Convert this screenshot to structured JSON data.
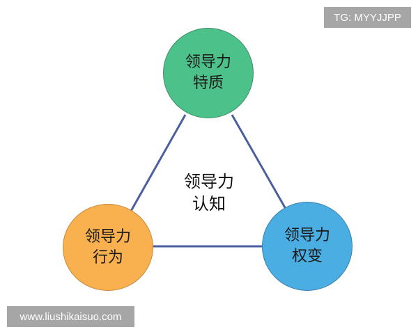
{
  "watermarks": {
    "top_right": "TG: MYYJJPP",
    "bottom_left": "www.liushikaisuo.com"
  },
  "diagram": {
    "center": {
      "line1": "领导力",
      "line2": "认知"
    },
    "nodes": [
      {
        "id": "traits",
        "line1": "领导力",
        "line2": "特质",
        "color": "#4cc28a",
        "border": "#3a8f67"
      },
      {
        "id": "behavior",
        "line1": "领导力",
        "line2": "行为",
        "color": "#f9b04e",
        "border": "#c9893a"
      },
      {
        "id": "contingency",
        "line1": "领导力",
        "line2": "权变",
        "color": "#4aaee3",
        "border": "#3a7fb0"
      }
    ],
    "edge_color": "#4a5fa0"
  }
}
